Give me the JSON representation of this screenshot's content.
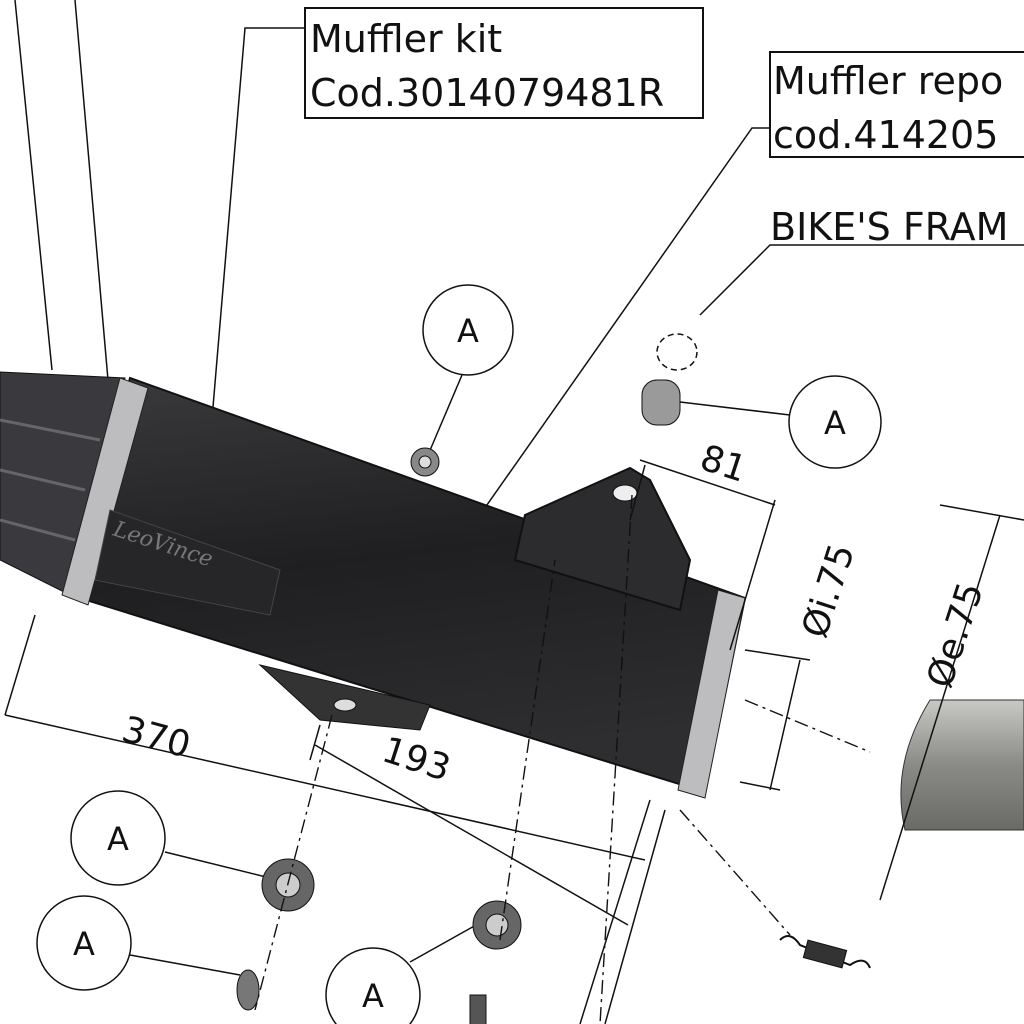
{
  "labels": {
    "muffler_kit_line1": "Muffler kit",
    "muffler_kit_line2": "Cod.3014079481R",
    "muffler_repo_line1": "Muffler repo",
    "muffler_repo_line2": "cod.414205",
    "bike_frame": "BIKE'S FRAM"
  },
  "dimensions": {
    "d370": "370",
    "d193": "193",
    "d81": "81",
    "inner_diameter": "Øi.75",
    "outer_diameter": "Øe.75"
  },
  "callouts": [
    "A",
    "A",
    "A",
    "A",
    "A"
  ],
  "brand_logo": "LeoVince",
  "colors": {
    "body": "#2a2a2c",
    "band": "#b9b9bb",
    "pipe": "#9a9a96"
  }
}
